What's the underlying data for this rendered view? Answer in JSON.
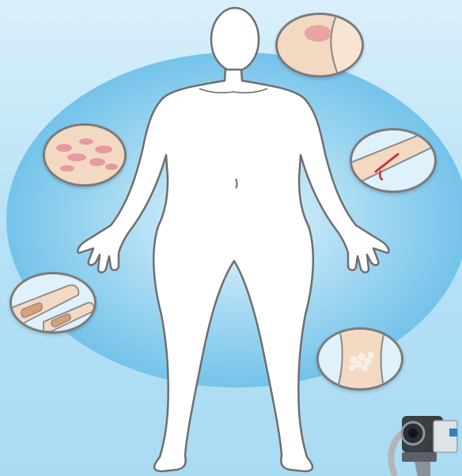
{
  "colors": {
    "background_top": "#d9f0fb",
    "background_bottom": "#a9dbf3",
    "halo": "#74c3ea",
    "body_fill": "#ffffff",
    "body_outline": "#6e6e6e",
    "skin": "#f3d9c2",
    "lesion": "#e59a9f",
    "wound": "#c8323a",
    "callout_border": "#7b7b7b"
  },
  "figure": {
    "icon": "human-body-icon"
  },
  "callouts": [
    {
      "id": "callout-shoulder-spot",
      "icon": "skin-spot-icon"
    },
    {
      "id": "callout-scaly-patches",
      "icon": "scaly-patches-icon"
    },
    {
      "id": "callout-arm-cut",
      "icon": "skin-cut-icon"
    },
    {
      "id": "callout-fingernails",
      "icon": "nail-fungus-icon"
    },
    {
      "id": "callout-ankle-rash",
      "icon": "rash-icon"
    }
  ],
  "device": {
    "icon": "medical-device-icon"
  }
}
